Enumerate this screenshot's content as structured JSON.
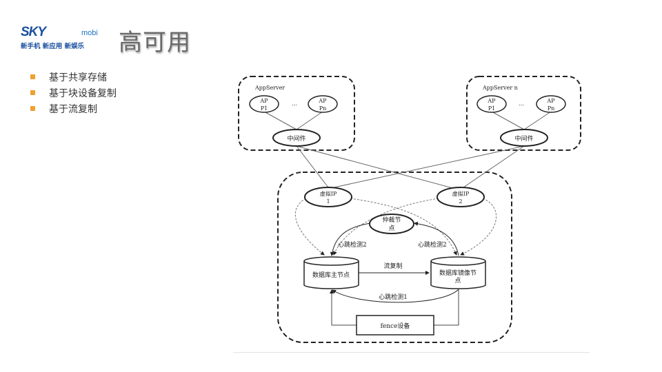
{
  "logo": {
    "brand": "SKY",
    "brand_suffix": "mobi",
    "slogan": "新手机 新应用 新娱乐"
  },
  "title": "高可用",
  "bullets": [
    "基于共享存储",
    "基于块设备复制",
    "基于流复制"
  ],
  "diagram": {
    "server1": {
      "label": "AppServer",
      "app1": [
        "AP",
        "P1"
      ],
      "appn": [
        "AP",
        "Pn"
      ],
      "ellipsis": "…",
      "middleware": "中间件"
    },
    "server2": {
      "label": "AppServer n",
      "app1": [
        "AP",
        "P1"
      ],
      "appn": [
        "AP",
        "Pn"
      ],
      "ellipsis": "…",
      "middleware": "中间件"
    },
    "vip1": [
      "虚拟IP",
      "1"
    ],
    "vip2": [
      "虚拟IP",
      "2"
    ],
    "arbiter": [
      "仲裁节",
      "点"
    ],
    "heartbeat2_left": "心跳检测2",
    "heartbeat2_right": "心跳检测2",
    "primary": "数据库主节点",
    "mirror": [
      "数据库镜像节",
      "点"
    ],
    "stream_replication": "流复制",
    "heartbeat1": "心跳检测1",
    "fence": "fence设备"
  }
}
